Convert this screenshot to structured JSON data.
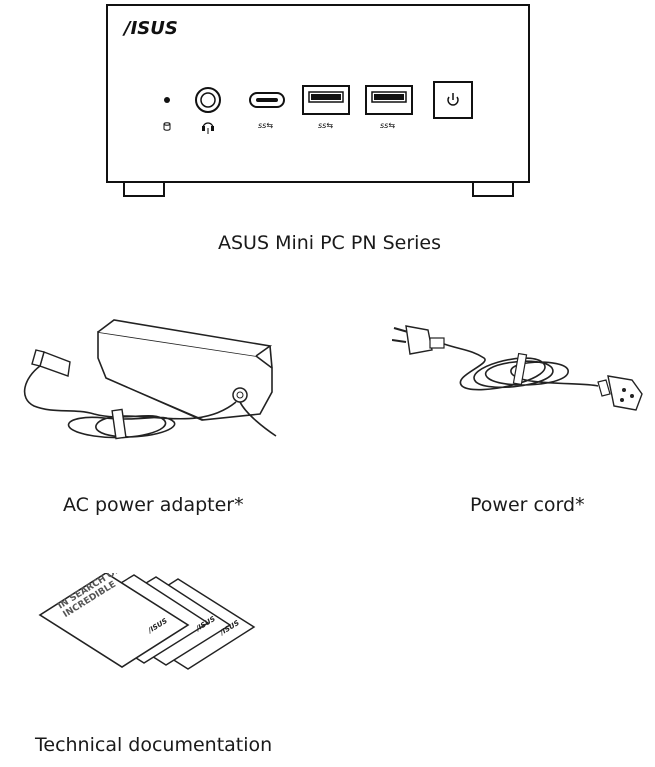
{
  "items": [
    {
      "id": "minipc",
      "caption": "ASUS Mini PC PN Series"
    },
    {
      "id": "adapter",
      "caption": "AC power adapter*"
    },
    {
      "id": "cord",
      "caption": "Power cord*"
    },
    {
      "id": "docs",
      "caption": "Technical documentation"
    }
  ],
  "minipc": {
    "brand_logo": "/ISUS",
    "port_labels": [
      "ss⇆",
      "ss⇆",
      "ss⇆"
    ],
    "icons": [
      "storage-led-icon",
      "headset-icon",
      "usb-c-port",
      "usb-a-port",
      "usb-a-port",
      "power-icon"
    ]
  },
  "docs": {
    "booklet_text": [
      "IN SEARCH OF",
      "INCREDIBLE"
    ],
    "booklet_logo": "/ISUS"
  }
}
